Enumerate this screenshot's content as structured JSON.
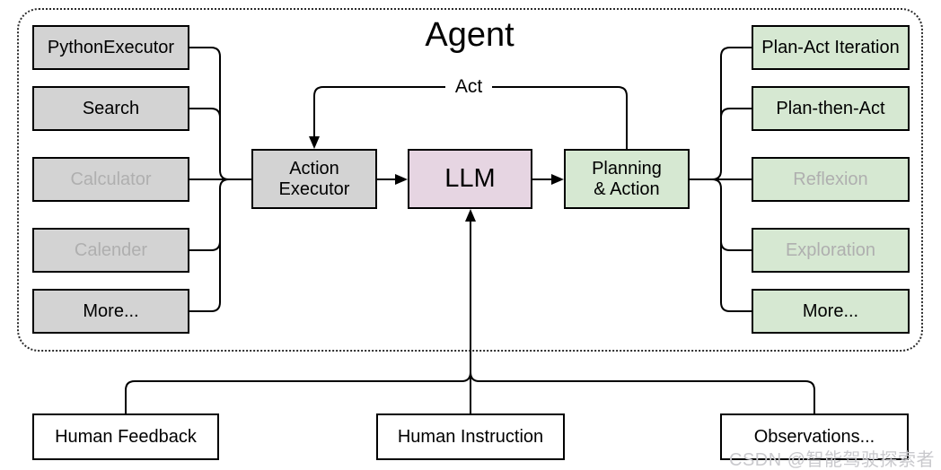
{
  "diagram": {
    "title": "Agent",
    "act_label": "Act",
    "watermark": "CSDN @智能驾驶探索者"
  },
  "left_tools": [
    {
      "label": "PythonExecutor",
      "muted": false
    },
    {
      "label": "Search",
      "muted": false
    },
    {
      "label": "Calculator",
      "muted": true
    },
    {
      "label": "Calender",
      "muted": true
    },
    {
      "label": "More...",
      "muted": false
    }
  ],
  "core": {
    "action_executor": "Action Executor",
    "llm": "LLM",
    "planning_action": "Planning & Action"
  },
  "right_strategies": [
    {
      "label": "Plan-Act Iteration",
      "muted": false
    },
    {
      "label": "Plan-then-Act",
      "muted": false
    },
    {
      "label": "Reflexion",
      "muted": true
    },
    {
      "label": "Exploration",
      "muted": true
    },
    {
      "label": "More...",
      "muted": false
    }
  ],
  "inputs": [
    {
      "label": "Human Feedback"
    },
    {
      "label": "Human Instruction"
    },
    {
      "label": "Observations..."
    }
  ],
  "colors": {
    "tool_fill": "#d3d3d3",
    "llm_fill": "#e6d5e2",
    "strategy_fill": "#d6e8d2",
    "io_fill": "#ffffff",
    "line": "#000000",
    "muted_text": "#afafaf",
    "watermark_text": "#c9c9cd"
  }
}
